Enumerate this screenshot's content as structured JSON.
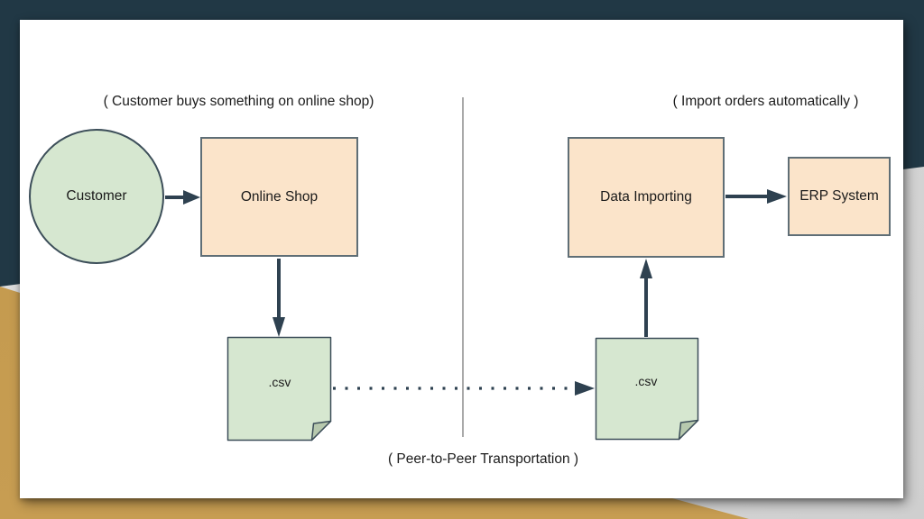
{
  "slide": {
    "captions": {
      "left": "( Customer buys something on online shop)",
      "right": "( Import orders automatically )",
      "bottom": "( Peer-to-Peer Transportation )"
    },
    "nodes": {
      "customer": {
        "label": "Customer"
      },
      "online_shop": {
        "label": "Online Shop"
      },
      "data_importing": {
        "label": "Data Importing"
      },
      "erp_system": {
        "label": "ERP System"
      },
      "csv_left": {
        "label": ".csv"
      },
      "csv_right": {
        "label": ".csv"
      }
    },
    "colors": {
      "background_teal": "#213845",
      "background_gold": "#c49a4e",
      "background_gray": "#d7d7d7",
      "slide_background": "#ffffff",
      "node_green_fill": "#d6e7d0",
      "note_fold_fill": "#b7c9ae",
      "node_peach_fill": "#fbe4ca",
      "box_stroke": "#5f6e76",
      "shape_stroke": "#3c4e59",
      "arrow_color": "#2e4150",
      "divider_color": "#a9a9a9",
      "text_color": "#1b1b1b"
    }
  }
}
